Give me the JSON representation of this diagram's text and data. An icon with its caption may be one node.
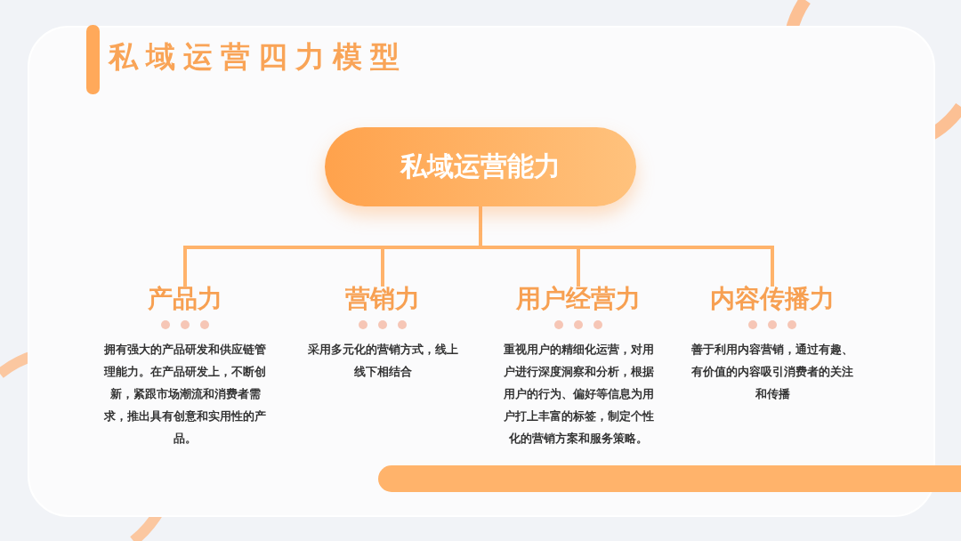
{
  "diagram": {
    "title": "私域运营四力模型",
    "nodes": [
      {
        "text": [
          "私域运营能力"
        ]
      },
      {
        "text": [
          "产品力",
          "拥有强大的产品研发和供应链管理能力。在产品研发上，不断创新，紧跟市场潮流和消费者需求，推出具有创意和实用性的产品。"
        ]
      },
      {
        "text": [
          "营销力",
          "采用多元化的营销方式，线上线下相结合"
        ]
      },
      {
        "text": [
          "用户经营力",
          "重视用户的精细化运营，对用户进行深度洞察和分析，根据用户的行为、偏好等信息为用户打上丰富的标签，制定个性化的营销方案和服务策略。"
        ]
      },
      {
        "text": [
          "内容传播力",
          "善于利用内容营销，通过有趣、有价值的内容吸引消费者的关注和传播"
        ]
      }
    ],
    "edges": [
      {
        "from": 0,
        "to": 1,
        "arrow": "none"
      },
      {
        "from": 0,
        "to": 2,
        "arrow": "none"
      },
      {
        "from": 0,
        "to": 3,
        "arrow": "none"
      },
      {
        "from": 0,
        "to": 4,
        "arrow": "none"
      }
    ]
  }
}
